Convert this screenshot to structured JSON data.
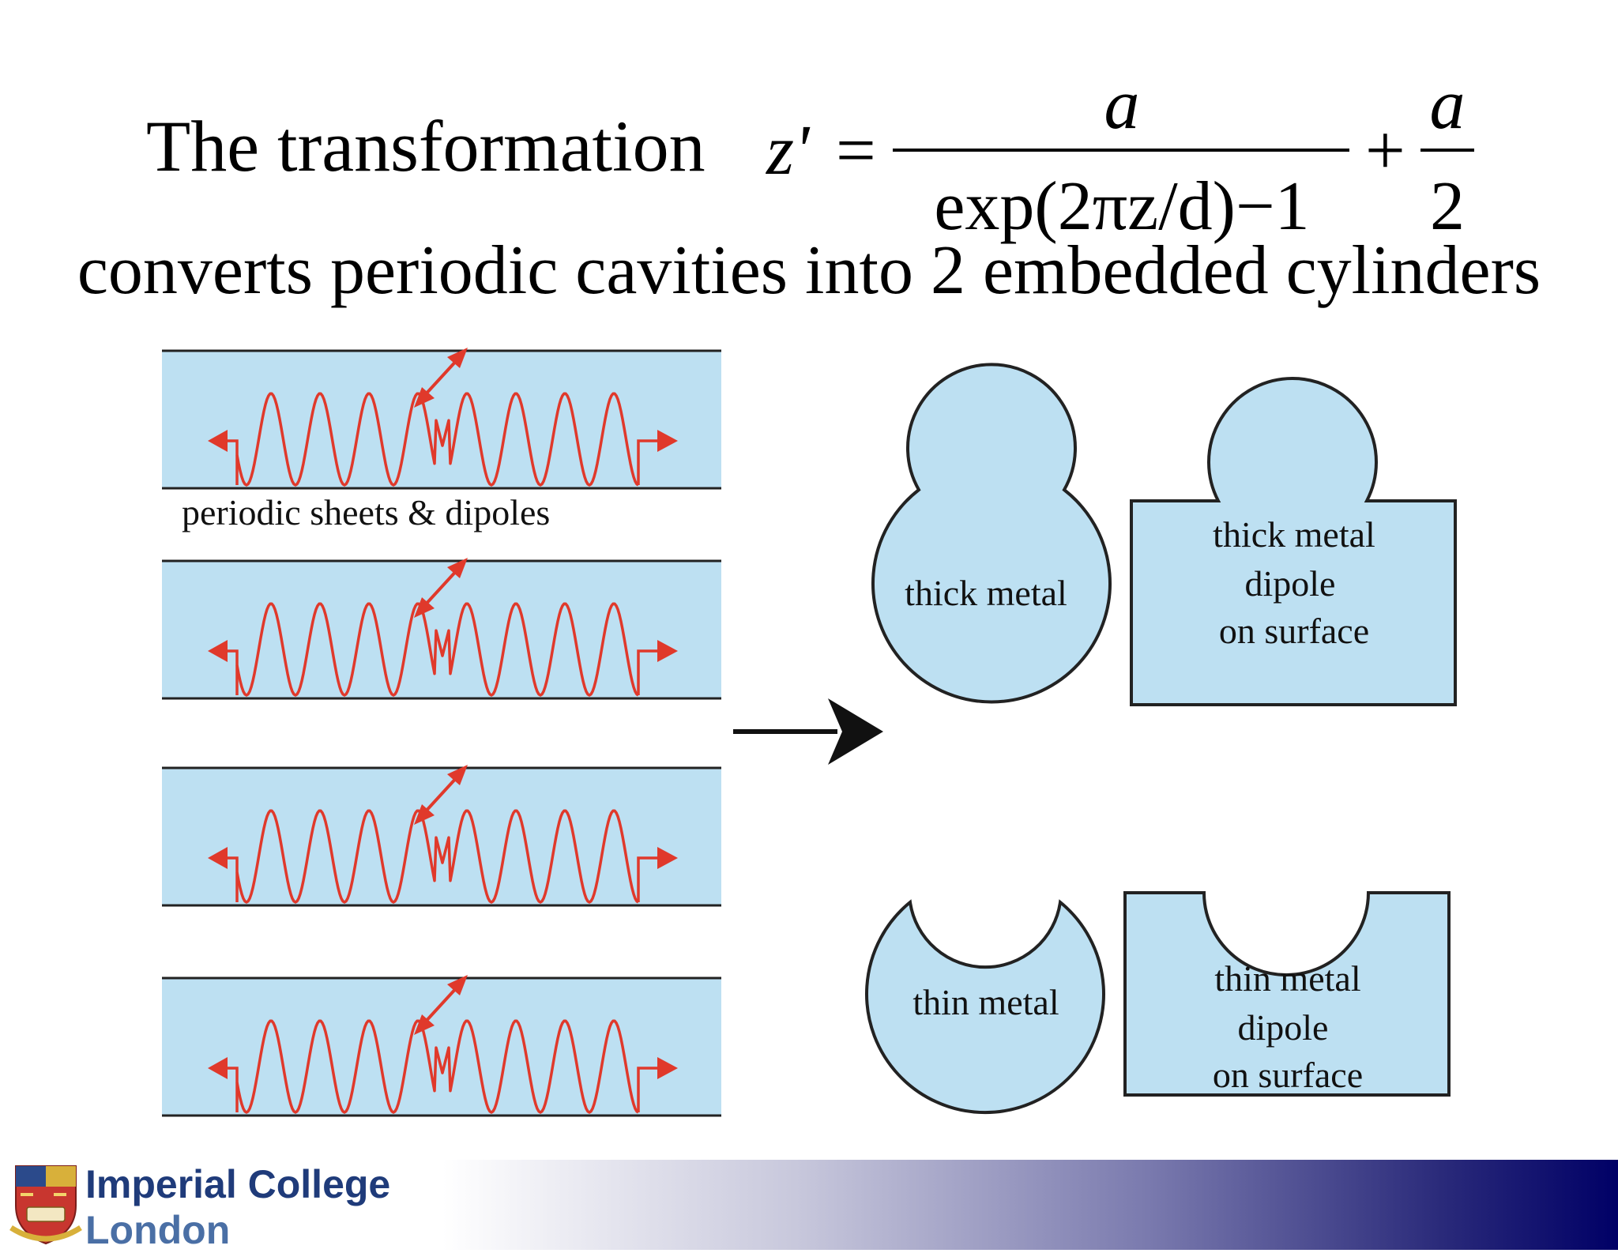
{
  "header": {
    "lead_text": "The transformation",
    "formula": {
      "lhs": "z'",
      "equals": "=",
      "numerator": "a",
      "denominator": "exp(2πz/d)−1",
      "plus": "+",
      "frac2_numerator": "a",
      "frac2_denominator": "2"
    },
    "subtitle": "converts periodic cavities into 2 embedded cylinders"
  },
  "left_panel": {
    "label": "periodic sheets & dipoles",
    "strip_count": 4
  },
  "right_panel": {
    "shapes": [
      {
        "id": "thick-cylinder",
        "label": "thick metal"
      },
      {
        "id": "thick-surface",
        "label_lines": [
          "thick metal",
          "dipole",
          "on surface"
        ]
      },
      {
        "id": "thin-cylinder",
        "label": "thin metal"
      },
      {
        "id": "thin-surface",
        "label_lines": [
          "thin metal",
          "dipole",
          "on surface"
        ]
      }
    ]
  },
  "footer": {
    "logo_line1": "Imperial College",
    "logo_line2": "London"
  },
  "colors": {
    "fill": "#bde0f2",
    "wave": "#e0392b",
    "stroke": "#222222",
    "logo": "#1f3b7a",
    "band_end": "#000066"
  }
}
